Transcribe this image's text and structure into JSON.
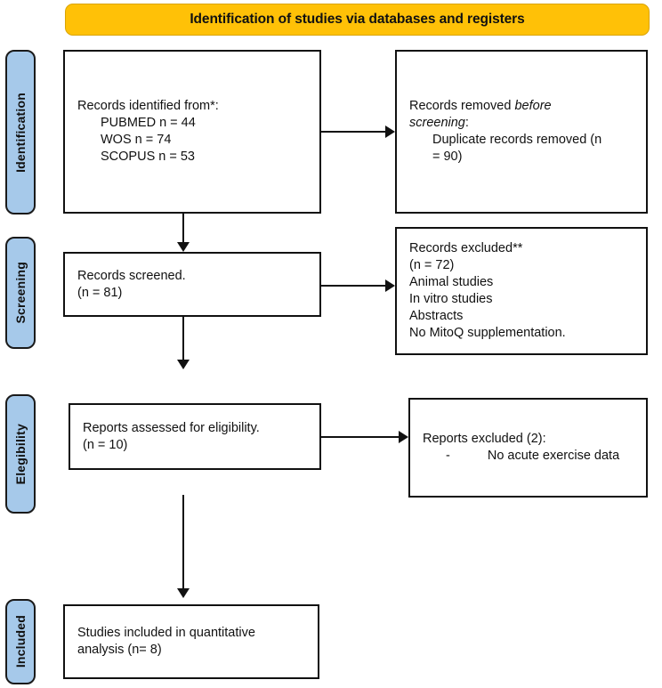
{
  "banner": {
    "title": "Identification of studies via databases and registers",
    "color": "#FFC107"
  },
  "stages": {
    "color": "#A6C9EA",
    "identification": "Identification",
    "screening": "Screening",
    "eligibility": "Elegibility",
    "included": "Included"
  },
  "nodes": {
    "records_identified": {
      "line1": "Records identified from*:",
      "line2": "PUBMED n = 44",
      "line3": "WOS n = 74",
      "line4": "SCOPUS n = 53"
    },
    "records_removed": {
      "line1_a": "Records removed ",
      "line1_b": "before",
      "line2_a": "screening",
      "line2_b": ":",
      "line3": "Duplicate records removed (n",
      "line4": "= 90)"
    },
    "records_screened": {
      "line1": "Records screened.",
      "line2": "(n = 81)"
    },
    "records_excluded": {
      "line1": "Records excluded**",
      "line2": "(n = 72)",
      "line3": "Animal studies",
      "line4": "In vitro studies",
      "line5": "Abstracts",
      "line6": "No MitoQ supplementation."
    },
    "reports_assessed": {
      "line1": "Reports assessed for eligibility.",
      "line2": "(n = 10)"
    },
    "reports_excluded": {
      "line1": "Reports excluded (2):",
      "bullet": "-",
      "line2": "No acute exercise data"
    },
    "studies_included": {
      "line1": "Studies included in quantitative",
      "line2": "analysis (n= 8)"
    }
  }
}
